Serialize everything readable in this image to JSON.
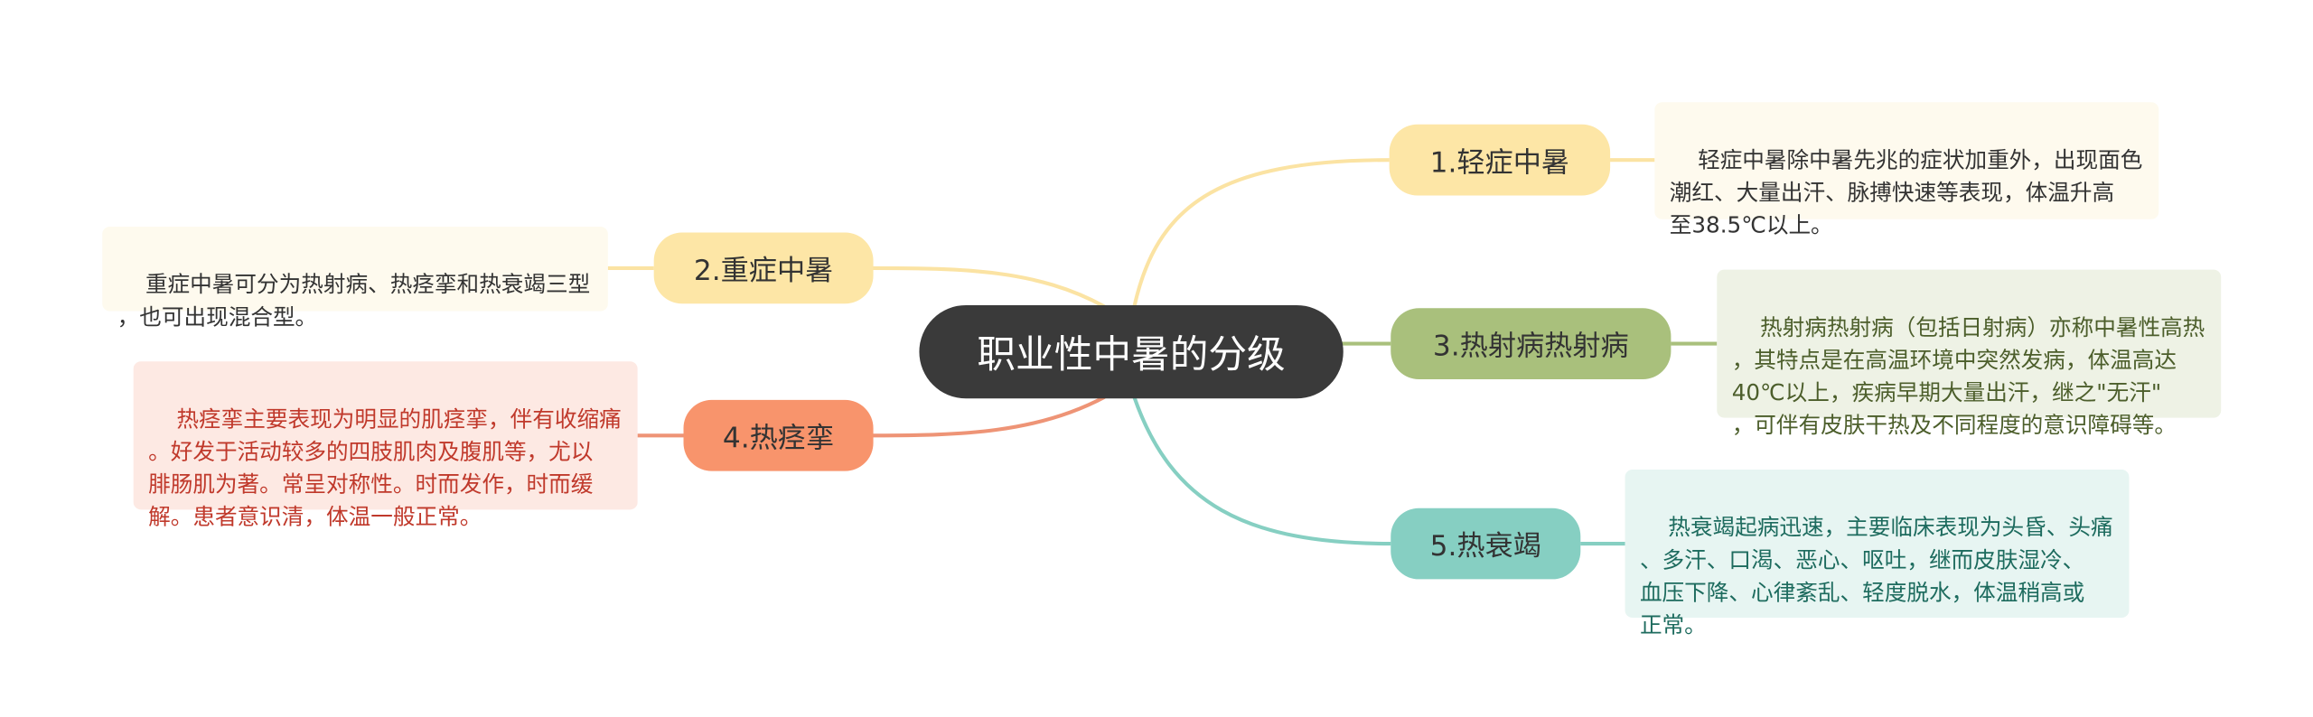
{
  "root": {
    "label": "职业性中暑的分级"
  },
  "branches": [
    {
      "id": "b1",
      "label": "1.轻症中暑",
      "note": "轻症中暑除中暑先兆的症状加重外，出现面色\n潮红、大量出汗、脉搏快速等表现，体温升高\n至38.5℃以上。",
      "colors": {
        "fill": "#fde6a6",
        "line": "#fbe3a3",
        "note_bg": "#fefaee",
        "note_text": "#333333"
      }
    },
    {
      "id": "b2",
      "label": "2.重症中暑",
      "note": "重症中暑可分为热射病、热痉挛和热衰竭三型\n，也可出现混合型。",
      "colors": {
        "fill": "#fde6a6",
        "line": "#fbe3a3",
        "note_bg": "#fefaee",
        "note_text": "#333333"
      }
    },
    {
      "id": "b3",
      "label": "3.热射病热射病",
      "note": "热射病热射病（包括日射病）亦称中暑性高热\n，其特点是在高温环境中突然发病，体温高达\n40℃以上，疾病早期大量出汗，继之\"无汗\"\n，可伴有皮肤干热及不同程度的意识障碍等。",
      "colors": {
        "fill": "#a9c07c",
        "line": "#a9c07c",
        "note_bg": "#eef2e5",
        "note_text": "#4c5e2b"
      }
    },
    {
      "id": "b4",
      "label": "4.热痉挛",
      "note": "热痉挛主要表现为明显的肌痉挛，伴有收缩痛\n。好发于活动较多的四肢肌肉及腹肌等，尤以\n腓肠肌为著。常呈对称性。时而发作，时而缓\n解。患者意识清，体温一般正常。",
      "colors": {
        "fill": "#f8946c",
        "line": "#ee9476",
        "note_bg": "#fde9e3",
        "note_text": "#c0392b"
      }
    },
    {
      "id": "b5",
      "label": "5.热衰竭",
      "note": "热衰竭起病迅速，主要临床表现为头昏、头痛\n、多汗、口渴、恶心、呕吐，继而皮肤湿冷、\n血压下降、心律紊乱、轻度脱水，体温稍高或\n正常。",
      "colors": {
        "fill": "#86cfc2",
        "line": "#86cfc2",
        "note_bg": "#e7f5f2",
        "note_text": "#1d6b5e"
      }
    }
  ]
}
